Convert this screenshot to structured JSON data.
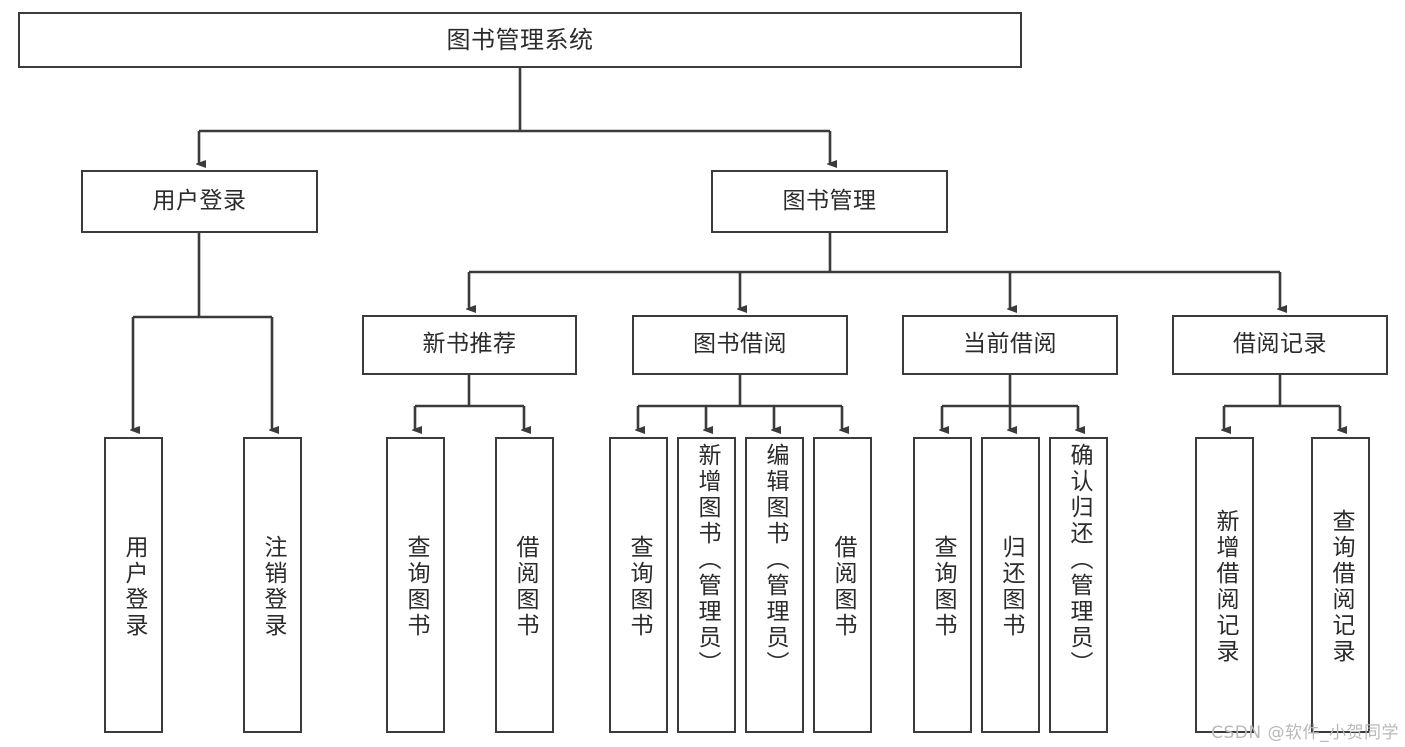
{
  "diagram": {
    "title": "图书管理系统",
    "type": "功能结构图",
    "watermark": "CSDN @软件_小贺同学",
    "colors": {
      "stroke": "#3b3b3b",
      "fill": "#ffffff",
      "text": "#2b2b2b",
      "watermark": "#b9b9b9"
    },
    "root": {
      "id": "root",
      "label": "图书管理系统"
    },
    "level2": [
      {
        "id": "user-login",
        "label": "用户登录"
      },
      {
        "id": "book-manage",
        "label": "图书管理"
      }
    ],
    "level3": [
      {
        "id": "new-book-rec",
        "label": "新书推荐",
        "parent": "book-manage"
      },
      {
        "id": "book-borrow",
        "label": "图书借阅",
        "parent": "book-manage"
      },
      {
        "id": "current-borrow",
        "label": "当前借阅",
        "parent": "book-manage"
      },
      {
        "id": "borrow-record",
        "label": "借阅记录",
        "parent": "book-manage"
      }
    ],
    "leaves": {
      "user-login": [
        {
          "id": "leaf-user-login",
          "label": "用户登录"
        },
        {
          "id": "leaf-logout",
          "label": "注销登录"
        }
      ],
      "new-book-rec": [
        {
          "id": "leaf-query-book-1",
          "label": "查询图书"
        },
        {
          "id": "leaf-borrow-book-1",
          "label": "借阅图书"
        }
      ],
      "book-borrow": [
        {
          "id": "leaf-query-book-2",
          "label": "查询图书"
        },
        {
          "id": "leaf-add-book",
          "label": "新增图书（管理员）"
        },
        {
          "id": "leaf-edit-book",
          "label": "编辑图书（管理员）"
        },
        {
          "id": "leaf-borrow-book-2",
          "label": "借阅图书"
        }
      ],
      "current-borrow": [
        {
          "id": "leaf-query-book-3",
          "label": "查询图书"
        },
        {
          "id": "leaf-return-book",
          "label": "归还图书"
        },
        {
          "id": "leaf-confirm-return",
          "label": "确认归还（管理员）"
        }
      ],
      "borrow-record": [
        {
          "id": "leaf-add-record",
          "label": "新增借阅记录"
        },
        {
          "id": "leaf-query-record",
          "label": "查询借阅记录"
        }
      ]
    }
  }
}
